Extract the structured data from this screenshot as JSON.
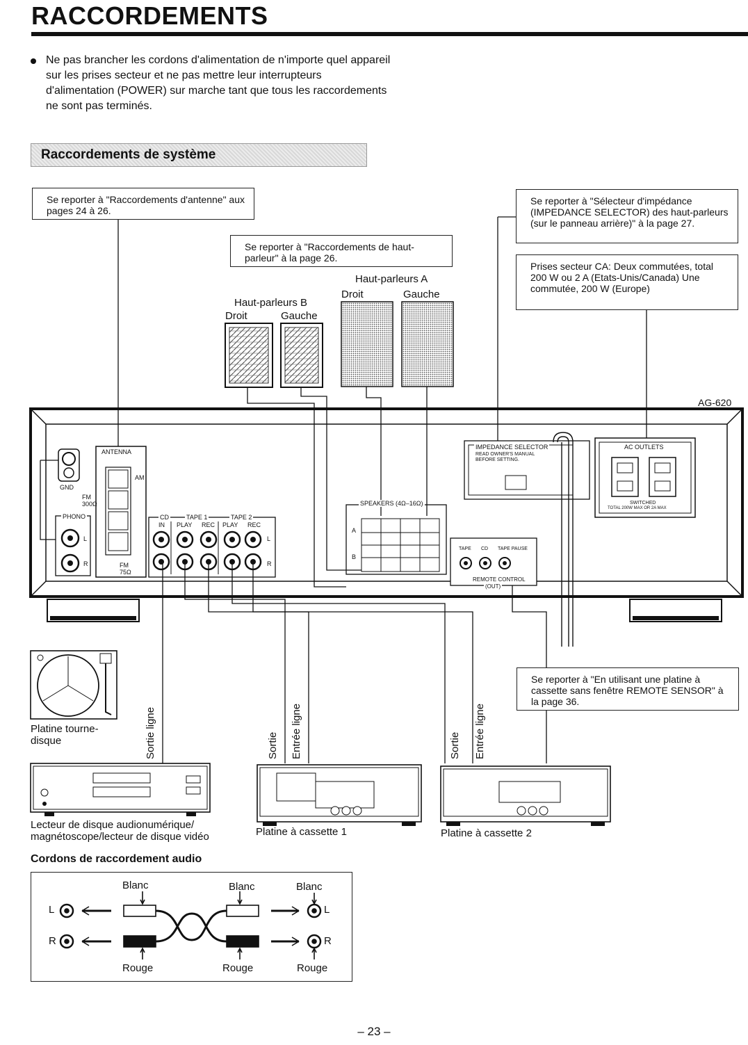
{
  "page": {
    "title": "RACCORDEMENTS",
    "intro": "Ne pas brancher les cordons d'alimentation de n'importe quel appareil sur les prises secteur et ne pas mettre leur interrupteurs d'alimentation (POWER) sur marche tant que tous les raccordements ne sont pas terminés.",
    "section": "Raccordements de système",
    "page_number": "– 23 –"
  },
  "notes": {
    "antenna": "Se reporter à \"Raccordements d'antenne\" aux pages 24 à 26.",
    "speaker": "Se reporter à \"Raccordements de haut-parleur\" à la page 26.",
    "impedance": "Se reporter à \"Sélecteur d'impédance (IMPEDANCE SELECTOR) des haut-parleurs (sur le panneau arrière)\" à la page 27.",
    "ac": "Prises secteur CA: Deux commutées, total 200 W ou 2 A (Etats-Unis/Canada) Une commutée, 200 W (Europe)",
    "remote": "Se reporter à \"En utilisant une platine à cassette sans fenêtre REMOTE SENSOR\" à la page 36."
  },
  "speakers": {
    "a_label": "Haut-parleurs A",
    "b_label": "Haut-parleurs B",
    "right": "Droit",
    "left": "Gauche"
  },
  "amplifier": {
    "model": "AG-620",
    "antenna": "ANTENNA",
    "gnd": "GND",
    "am": "AM",
    "fm300": "FM 300Ω",
    "fm75": "FM 75Ω",
    "phono": "PHONO",
    "cd": "CD",
    "tape1": "TAPE 1",
    "tape2": "TAPE 2",
    "play": "PLAY",
    "rec": "REC",
    "in": "IN",
    "l": "L",
    "r": "R",
    "speakers": "SPEAKERS (4Ω–16Ω)",
    "spk_a": "A",
    "spk_b": "B",
    "impedance_title": "IMPEDANCE SELECTOR",
    "impedance_sub1": "READ OWNER'S MANUAL",
    "impedance_sub2": "BEFORE SETTING.",
    "ac_outlets": "AC OUTLETS",
    "switched": "SWITCHED",
    "switched_sub": "TOTAL 200W MAX OR 2A MAX",
    "remote_tape": "TAPE",
    "remote_cd": "CD",
    "remote_pause": "TAPE PAUSE",
    "remote_control": "REMOTE CONTROL",
    "remote_out": "(OUT)"
  },
  "devices": {
    "turntable": "Platine tourne-disque",
    "cd": "Lecteur de disque audionumérique/ magnétoscope/lecteur de disque vidéo",
    "deck1": "Platine à cassette 1",
    "deck2": "Platine à cassette 2",
    "line_out": "Sortie ligne",
    "line_out_short": "Sortie",
    "line_in": "Entrée ligne"
  },
  "cords": {
    "title": "Cordons de raccordement audio",
    "white": "Blanc",
    "red": "Rouge",
    "l": "L",
    "r": "R"
  }
}
